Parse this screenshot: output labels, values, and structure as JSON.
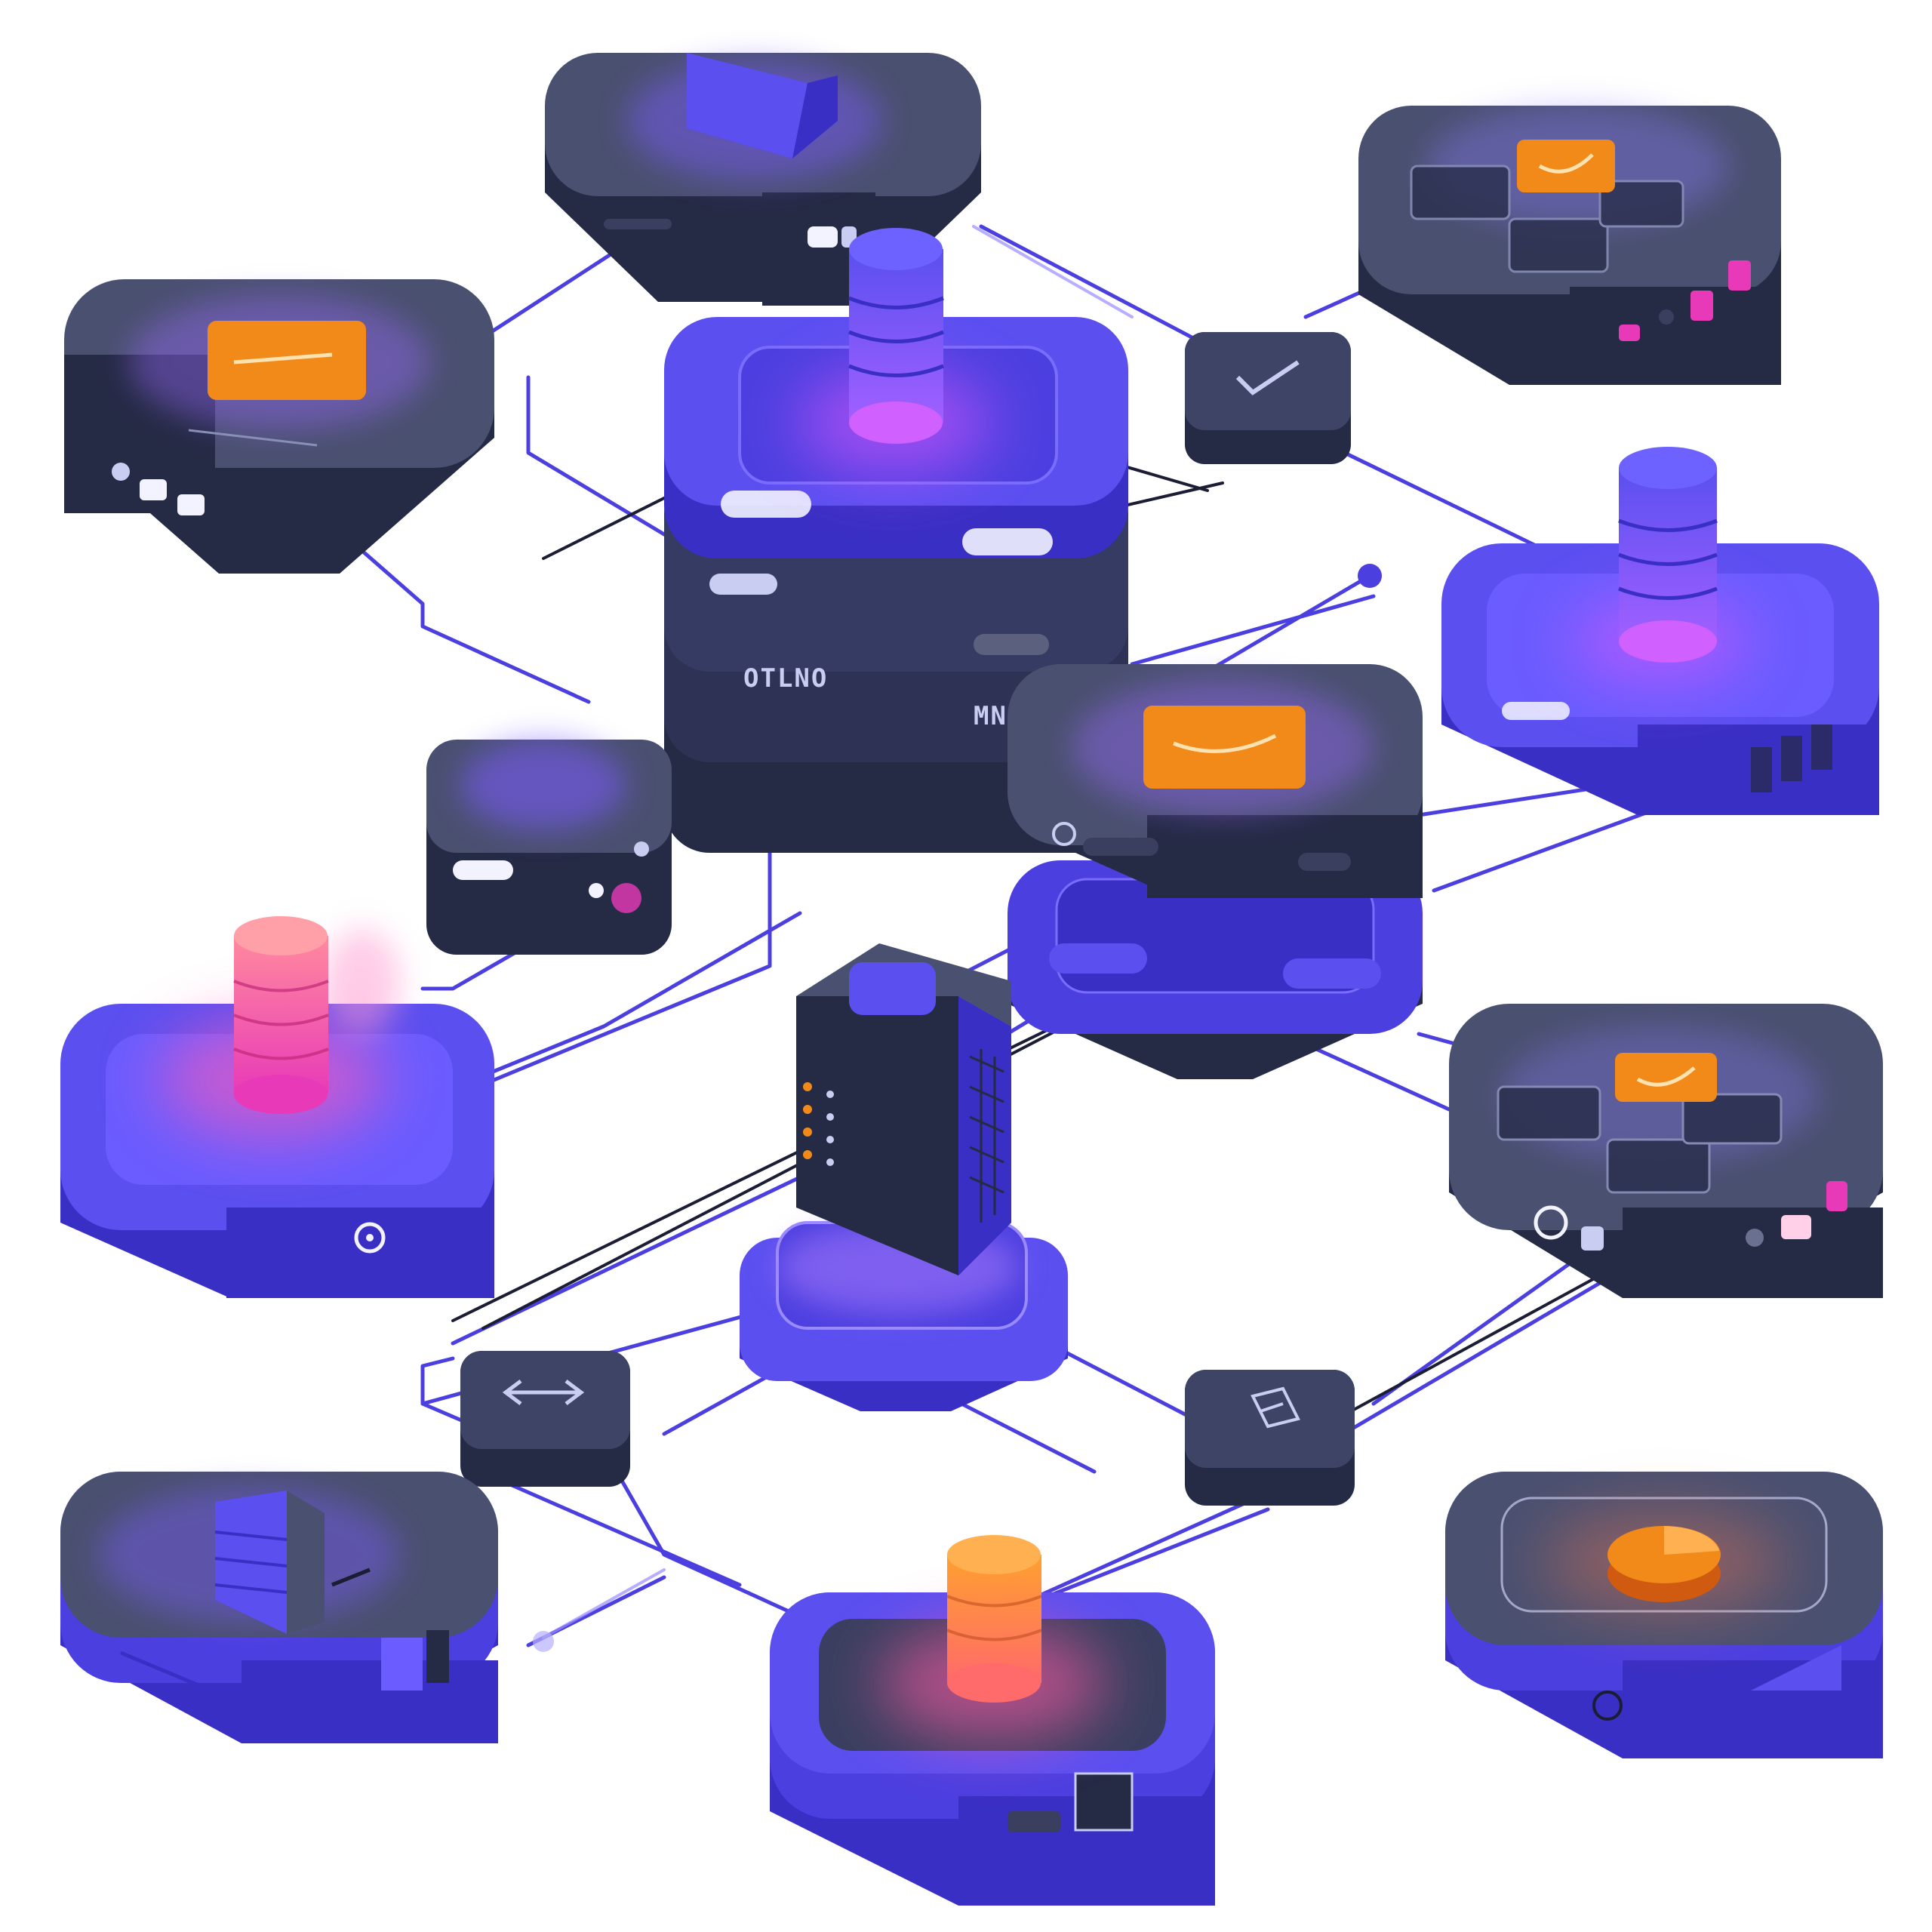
{
  "diagram": {
    "server_label_left": "OTLNO",
    "server_label_right": "MNI",
    "colors": {
      "background": "#ffffff",
      "platform_dark_top": "#4a5070",
      "platform_dark_side": "#252a45",
      "platform_violet_top": "#5b4ff0",
      "platform_violet_side": "#3a2fc4",
      "connector_blue": "#4c3fe0",
      "connector_dark": "#1a1d33",
      "accent_orange": "#f28a1a",
      "accent_pink": "#f25aa8",
      "accent_magenta": "#e83ab8",
      "glow_violet": "#9a6bff"
    },
    "nodes": [
      {
        "id": "top-box-device",
        "kind": "hardware-box",
        "icon": "cube-icon"
      },
      {
        "id": "top-right-panel",
        "kind": "dashboard-panel",
        "icon": "window-stack-icon"
      },
      {
        "id": "left-chip-panel",
        "kind": "chip-panel",
        "icon": "chip-icon"
      },
      {
        "id": "central-server-stack",
        "kind": "server-stack",
        "icon": "database-icon"
      },
      {
        "id": "small-switch-top",
        "kind": "switch",
        "icon": "check-icon"
      },
      {
        "id": "right-database-platform",
        "kind": "database-platform",
        "icon": "database-icon"
      },
      {
        "id": "center-chip-platform",
        "kind": "chip-platform",
        "icon": "chip-icon"
      },
      {
        "id": "small-cube-left",
        "kind": "mini-box",
        "icon": "cube-icon"
      },
      {
        "id": "left-database-platform",
        "kind": "database-platform",
        "icon": "database-icon"
      },
      {
        "id": "tower-server",
        "kind": "tower-server",
        "icon": "server-icon"
      },
      {
        "id": "right-dashboard-panel",
        "kind": "dashboard-panel",
        "icon": "window-stack-icon"
      },
      {
        "id": "small-switch-left",
        "kind": "switch",
        "icon": "arrows-icon"
      },
      {
        "id": "small-switch-right",
        "kind": "switch",
        "icon": "folder-icon"
      },
      {
        "id": "bottom-left-storage",
        "kind": "storage-platform",
        "icon": "server-icon"
      },
      {
        "id": "bottom-database-platform",
        "kind": "database-platform",
        "icon": "database-icon"
      },
      {
        "id": "bottom-right-pie-platform",
        "kind": "analytics-platform",
        "icon": "pie-icon"
      }
    ]
  }
}
